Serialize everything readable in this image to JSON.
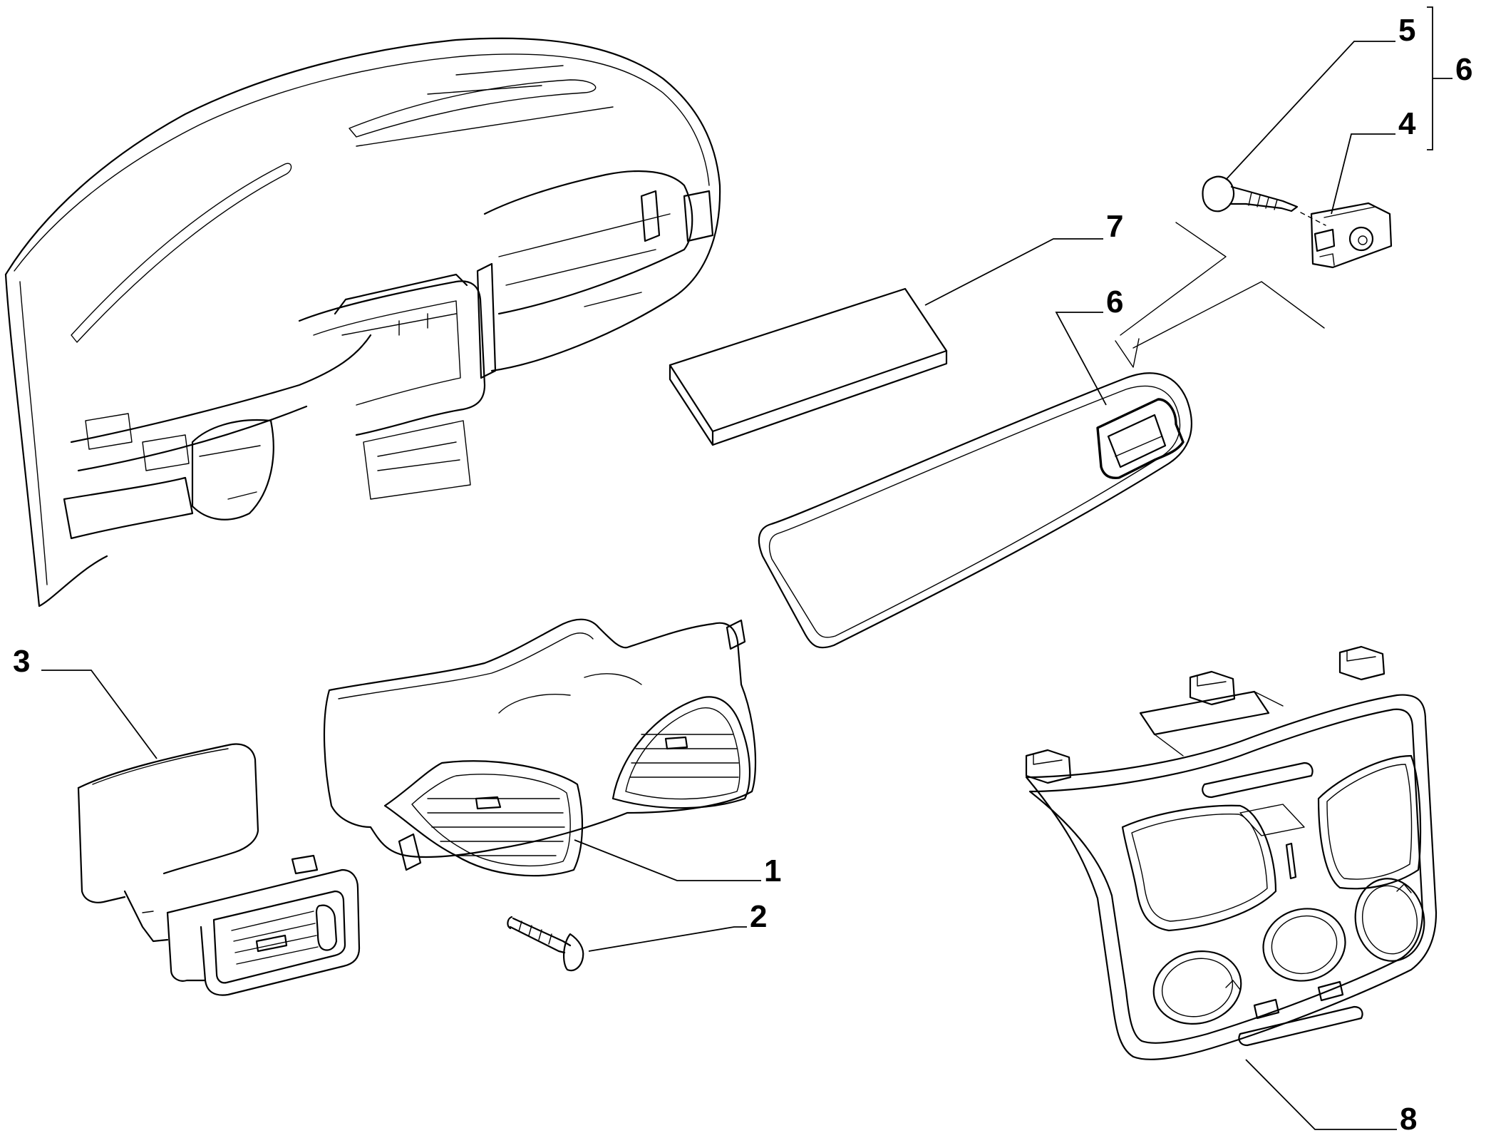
{
  "diagram": {
    "labels": [
      {
        "id": "callout-5",
        "text": "5"
      },
      {
        "id": "callout-6-bracket",
        "text": "6"
      },
      {
        "id": "callout-4",
        "text": "4"
      },
      {
        "id": "callout-7",
        "text": "7"
      },
      {
        "id": "callout-6",
        "text": "6"
      },
      {
        "id": "callout-3",
        "text": "3"
      },
      {
        "id": "callout-1",
        "text": "1"
      },
      {
        "id": "callout-2",
        "text": "2"
      },
      {
        "id": "callout-8",
        "text": "8"
      }
    ],
    "colors": {
      "line": "#000000",
      "background": "#ffffff"
    }
  }
}
